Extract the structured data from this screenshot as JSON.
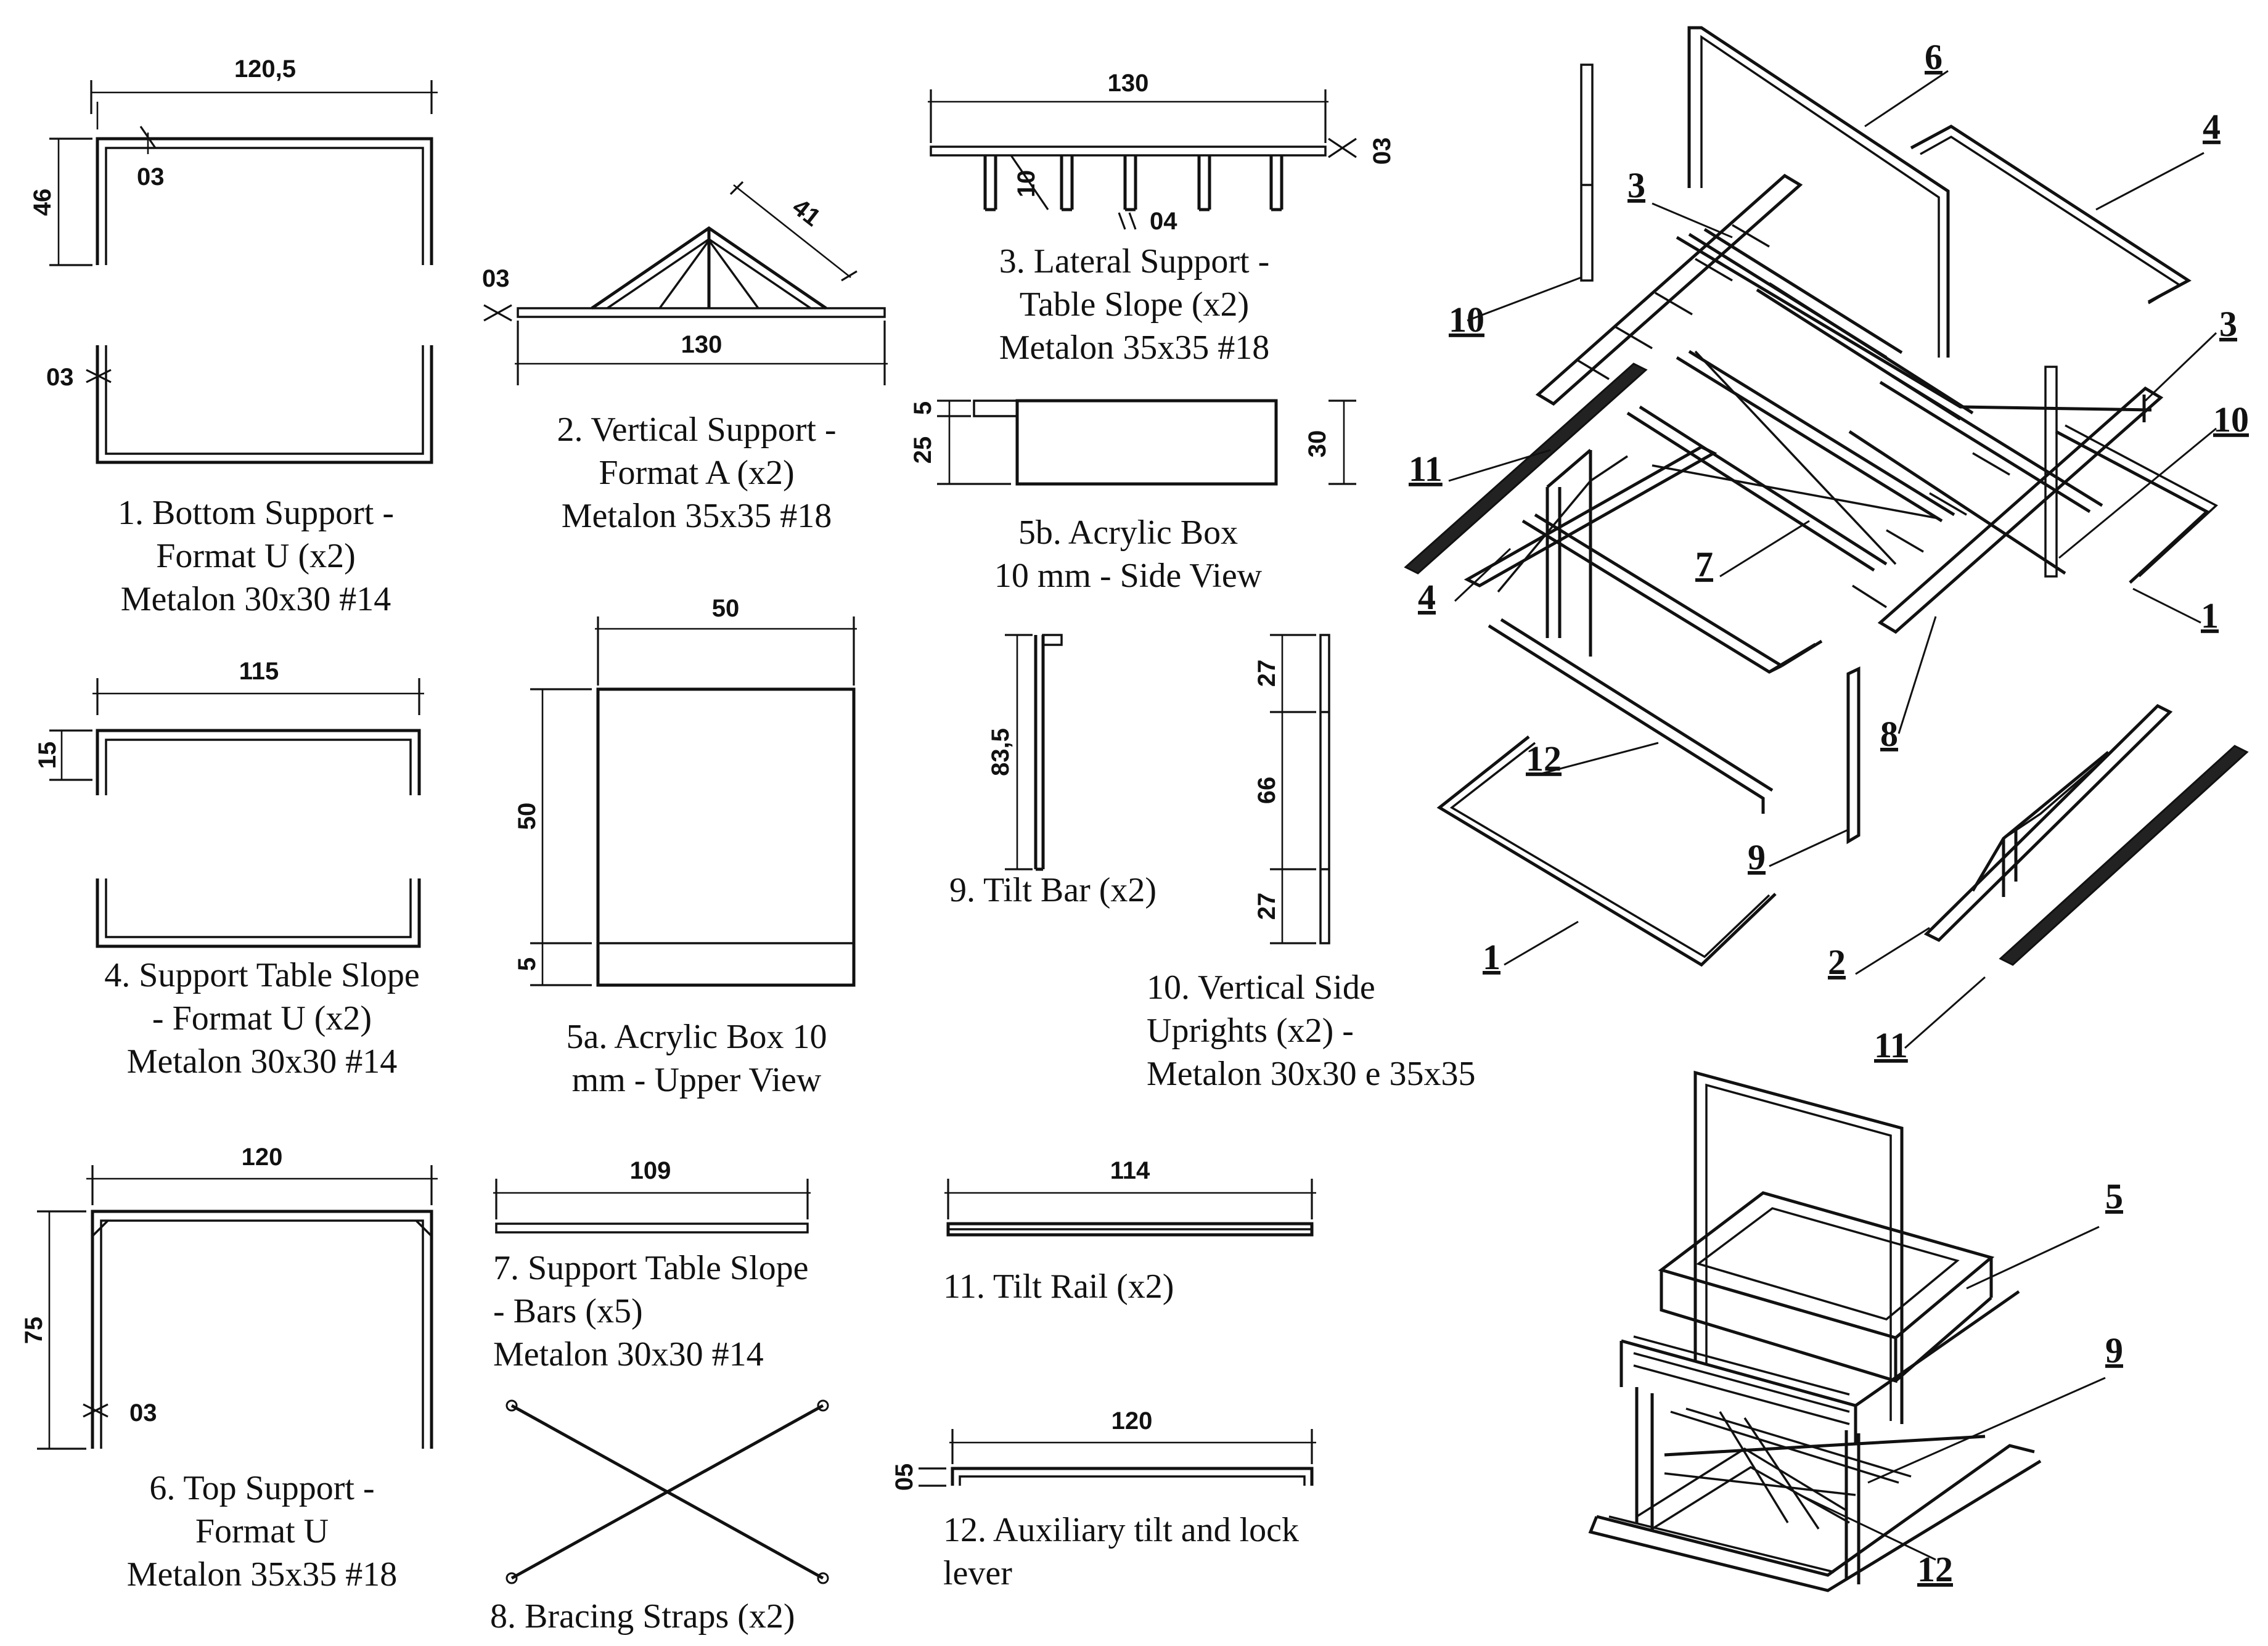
{
  "parts": {
    "p1": {
      "lines": [
        "1. Bottom Support -",
        "Format U (x2)",
        "Metalon 30x30 #14"
      ],
      "dims": {
        "width": "120,5",
        "height": "46",
        "thick_top": "03",
        "thick_side": "03"
      }
    },
    "p2": {
      "lines": [
        "2. Vertical Support -",
        "Format A (x2)",
        "Metalon 35x35 #18"
      ],
      "dims": {
        "diag": "41",
        "thick": "03",
        "length": "130"
      }
    },
    "p3": {
      "lines": [
        "3. Lateral Support -",
        "Table Slope (x2)",
        "Metalon 35x35 #18"
      ],
      "dims": {
        "length": "130",
        "thick": "03",
        "tooth": "10",
        "gap": "04"
      }
    },
    "p4": {
      "lines": [
        "4. Support Table Slope",
        "- Format U (x2)",
        "Metalon 30x30 #14"
      ],
      "dims": {
        "width": "115",
        "height": "15"
      }
    },
    "p5a": {
      "lines": [
        "5a. Acrylic Box 10",
        "mm - Upper View"
      ],
      "dims": {
        "width": "50",
        "height": "50",
        "lip": "5"
      }
    },
    "p5b": {
      "lines": [
        "5b. Acrylic Box",
        "10 mm - Side View"
      ],
      "dims": {
        "top": "5",
        "left": "25",
        "right": "30"
      }
    },
    "p6": {
      "lines": [
        "6. Top Support -",
        "Format U",
        "Metalon 35x35 #18"
      ],
      "dims": {
        "width": "120",
        "height": "75",
        "thick": "03"
      }
    },
    "p7": {
      "lines": [
        "7. Support Table Slope",
        "- Bars (x5)",
        "Metalon 30x30 #14"
      ],
      "dims": {
        "length": "109"
      }
    },
    "p8": {
      "lines": [
        "8. Bracing Straps (x2)"
      ]
    },
    "p9": {
      "lines": [
        "9. Tilt Bar (x2)"
      ],
      "dims": {
        "height": "83,5"
      }
    },
    "p10": {
      "lines": [
        "10. Vertical Side",
        "Uprights (x2) -",
        "Metalon 30x30 e 35x35"
      ],
      "dims": {
        "top": "27",
        "mid": "66",
        "bottom": "27"
      }
    },
    "p11": {
      "lines": [
        "11. Tilt Rail (x2)"
      ],
      "dims": {
        "length": "114"
      }
    },
    "p12": {
      "lines": [
        "12. Auxiliary tilt and lock",
        "lever"
      ],
      "dims": {
        "length": "120",
        "height": "05"
      }
    }
  },
  "exploded_labels": {
    "n6": "6",
    "n4": "4",
    "n3a": "3",
    "n10a": "10",
    "n3b": "3",
    "n10b": "10",
    "n11a": "11",
    "n4b": "4",
    "n7": "7",
    "n1a": "1",
    "n8": "8",
    "n12": "12",
    "n9": "9",
    "n1b": "1",
    "n2": "2",
    "n11b": "11"
  },
  "assembly_labels": {
    "n5": "5",
    "n9": "9",
    "n12": "12"
  }
}
